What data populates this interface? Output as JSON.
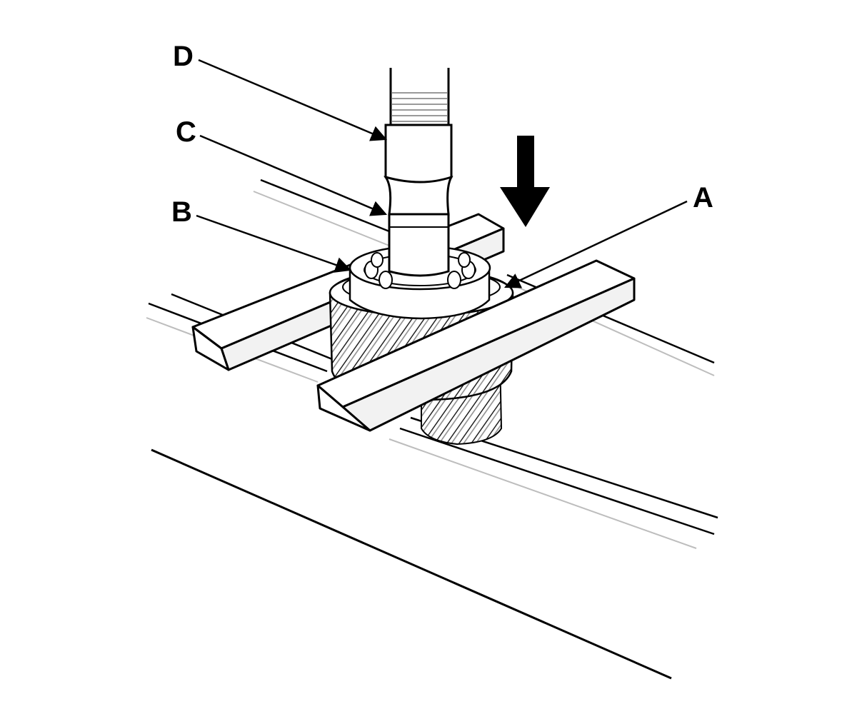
{
  "labels": {
    "a": "A",
    "b": "B",
    "c": "C",
    "d": "D"
  },
  "colors": {
    "line": "#000000",
    "background": "#ffffff",
    "light_line": "#bdbdbd"
  },
  "icons": {
    "press_direction": "down-arrow-icon"
  }
}
